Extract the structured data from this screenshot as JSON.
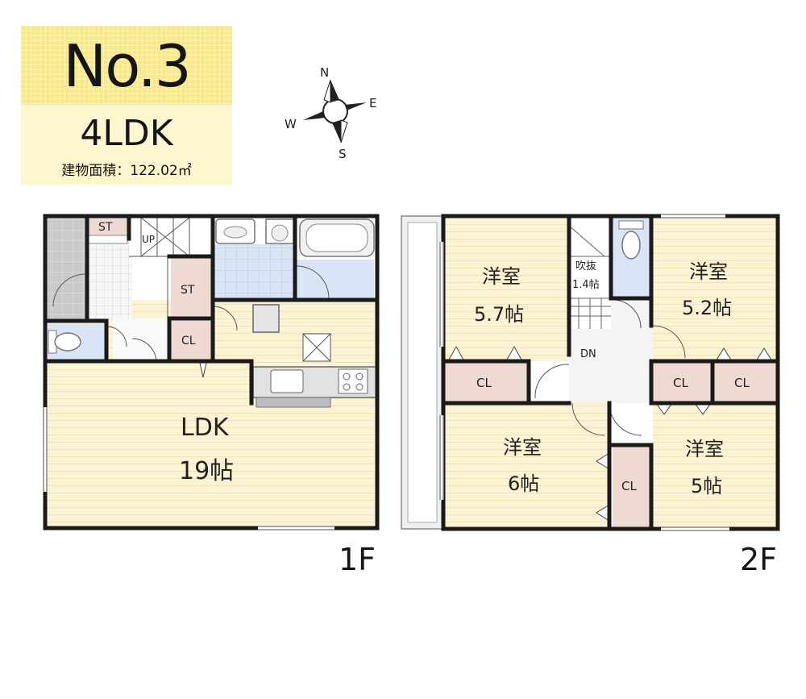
{
  "header": {
    "plan_number": "No.3",
    "layout_type": "4LDK",
    "floor_area": "建物面積：122.02㎡"
  },
  "compass": {
    "north": "N",
    "east": "E",
    "south": "S",
    "west": "W"
  },
  "floors": {
    "first": {
      "label": "1F",
      "rooms": {
        "ldk_name": "LDK",
        "ldk_size": "19帖",
        "storage_top": "ST",
        "storage_mid": "ST",
        "closet": "CL",
        "stairs_up": "UP"
      }
    },
    "second": {
      "label": "2F",
      "rooms": {
        "nw_name": "洋室",
        "nw_size": "5.7帖",
        "ne_name": "洋室",
        "ne_size": "5.2帖",
        "sw_name": "洋室",
        "sw_size": "6帖",
        "se_name": "洋室",
        "se_size": "5帖",
        "void_name": "吹抜",
        "void_size": "1.4帖",
        "stairs_down": "DN",
        "closet_1": "CL",
        "closet_2": "CL",
        "closet_3": "CL",
        "closet_4": "CL"
      }
    }
  },
  "colors": {
    "wall": "#1a1a1a",
    "flooring": "#fbf3d3",
    "wet_area": "#d9e4f7",
    "storage": "#efdad3",
    "entrance": "#c8c8c8",
    "balcony": "#eeeeee"
  }
}
